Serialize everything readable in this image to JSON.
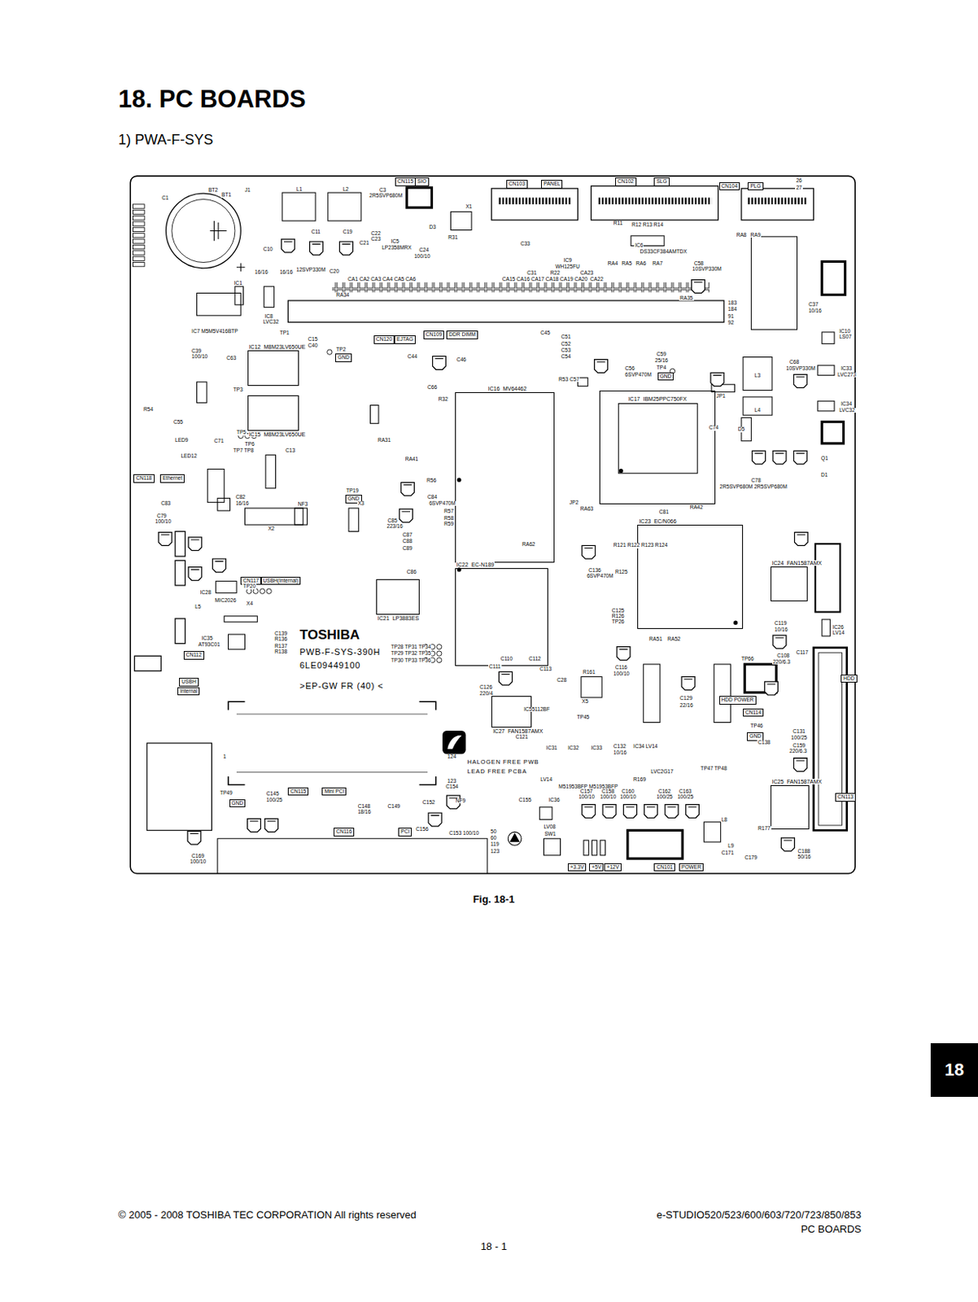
{
  "diagram": {
    "title": "18. PC BOARDS",
    "caption": "Fig. 18-1",
    "nodes": [
      {
        "text": [
          "IC16",
          "MV64462"
        ]
      },
      {
        "text": [
          "IC17",
          "IBM25PPC750FX"
        ]
      },
      {
        "text": [
          "IC22",
          "EC-N189"
        ]
      },
      {
        "text": [
          "IC23",
          "EC/N066"
        ]
      },
      {
        "text": [
          "IC12",
          "M8M23LV650UE"
        ]
      },
      {
        "text": [
          "IC15",
          "M8M23LV650UE"
        ]
      },
      {
        "text": [
          "IC21",
          "LP3883ES"
        ]
      },
      {
        "text": [
          "IC27",
          "FAN1587AMX"
        ]
      },
      {
        "text": [
          "IC24",
          "FAN1587AMX"
        ]
      },
      {
        "text": [
          "IC25",
          "FAN1587AMX"
        ]
      },
      {
        "text": [
          "CN115"
        ]
      },
      {
        "text": [
          "SIO"
        ]
      },
      {
        "text": [
          "CN103"
        ]
      },
      {
        "text": [
          "PANEL"
        ]
      },
      {
        "text": [
          "CN102"
        ]
      },
      {
        "text": [
          "SLG"
        ]
      },
      {
        "text": [
          "CN104"
        ]
      },
      {
        "text": [
          "PLG"
        ]
      },
      {
        "text": [
          "CN120"
        ]
      },
      {
        "text": [
          "EJTAG"
        ]
      },
      {
        "text": [
          "CN109"
        ]
      },
      {
        "text": [
          "DDR DIMM"
        ]
      },
      {
        "text": [
          "CN118"
        ]
      },
      {
        "text": [
          "Ethernet"
        ]
      },
      {
        "text": [
          "CN117"
        ]
      },
      {
        "text": [
          "USBH(Internal)"
        ]
      },
      {
        "text": [
          "CN112"
        ]
      },
      {
        "text": [
          "USBH"
        ]
      },
      {
        "text": [
          "Internal"
        ]
      },
      {
        "text": [
          "CN115"
        ]
      },
      {
        "text": [
          "Mini PCI"
        ]
      },
      {
        "text": [
          "CN116"
        ]
      },
      {
        "text": [
          "PCI"
        ]
      },
      {
        "text": [
          "CN101"
        ]
      },
      {
        "text": [
          "POWER"
        ]
      },
      {
        "text": [
          "+3.3V"
        ]
      },
      {
        "text": [
          "+5V"
        ]
      },
      {
        "text": [
          "+12V"
        ]
      },
      {
        "text": [
          "CN114"
        ]
      },
      {
        "text": [
          "HDD POWER"
        ]
      },
      {
        "text": [
          "HDD"
        ]
      },
      {
        "text": [
          "CN113"
        ]
      },
      {
        "text": [
          "GND"
        ]
      },
      {
        "text": [
          "GND"
        ]
      },
      {
        "text": [
          "GND"
        ]
      },
      {
        "text": [
          "GND"
        ]
      },
      {
        "text": [
          "GND"
        ]
      },
      {
        "text": [
          "18"
        ]
      }
    ],
    "labels": [
      "1) PWA-F-SYS",
      "BT2",
      "BT1",
      "J1",
      "C1",
      "L1",
      "L2",
      "C3",
      "2R5SVP680M",
      "X1",
      "D3",
      "R31",
      "C22",
      "C23",
      "C21",
      "IC5",
      "LP2358MRX",
      "C11",
      "C19",
      "C10",
      "16/16",
      "16/16",
      "12SVP330M",
      "C20",
      "C24",
      "100/10",
      "IC6",
      "DS33CF384AMTDX",
      "R11",
      "R12 R13 R14",
      "RA8",
      "RA9",
      "C33",
      "IC9",
      "WH125FU",
      "RA4",
      "RA5",
      "RA6",
      "RA7",
      "C58",
      "10SVP330M",
      "C31",
      "R22",
      "CA23",
      "CA15 CA16 CA17 CA18 CA19 CA20",
      "CA22",
      "CA1 CA2 CA3 CA4 CA5 CA6",
      "IC1",
      "IC8",
      "LVC32",
      "IC7 M5M5V416BTP",
      "183",
      "184",
      "91",
      "92",
      "RA35",
      "RA34",
      "C37",
      "10/16",
      "IC10",
      "LS07",
      "TP1",
      "C39",
      "100/10",
      "C15",
      "C40",
      "TP2",
      "C63",
      "TP3",
      "C44",
      "C46",
      "C66",
      "R32",
      "C45",
      "C51",
      "C52",
      "C53",
      "C54",
      "R53 C57",
      "C56",
      "6SVP470M",
      "C59",
      "25/16",
      "TP4",
      "C68",
      "10SVP330M",
      "IC33",
      "LVC273",
      "IC34",
      "LVC32",
      "L3",
      "JP1",
      "L4",
      "D5",
      "C74",
      "C78",
      "2R5SVP680M 2R5SVP680M",
      "Q1",
      "D1",
      "JP2",
      "C81",
      "RA42",
      "LED9",
      "LED12",
      "C55",
      "R54",
      "TP5",
      "TP6",
      "TP7 TP8",
      "C71",
      "C13",
      "C82",
      "16/16",
      "C83",
      "C79",
      "100/10",
      "X3",
      "X2",
      "TP19",
      "NF3",
      "RA31",
      "RA41",
      "C84",
      "6SVP470M",
      "R56",
      "R57",
      "R58",
      "R59",
      "C85",
      "223/16",
      "C87",
      "C88",
      "C89",
      "RA62",
      "RA63",
      "R121 R122 R123 R124",
      "R125",
      "C136",
      "6SVP470M",
      "C125",
      "R126",
      "TP26",
      "IC28",
      "MIC2026",
      "TP20",
      "L5",
      "X4",
      "IC35",
      "AT93C01",
      "C139",
      "R136",
      "R137",
      "R138",
      "TOSHIBA",
      "PWB-F-SYS-390H",
      "6LE09449100",
      ">EP-GW FR (40) <",
      "C86",
      "TP28 TP31 TP34",
      "TP29 TP32 TP35",
      "TP30 TP33 TP36",
      "C111",
      "C110",
      "C112",
      "C113",
      "C28",
      "R161",
      "X5",
      "C116",
      "100/10",
      "RA51",
      "RA52",
      "TP66",
      "C108",
      "220/6.3",
      "C117",
      "C119",
      "10/16",
      "IC26",
      "LV14",
      "C129",
      "22/16",
      "C126",
      "220/4",
      "IC55112BF",
      "TP45",
      "C121",
      "HALOGEN FREE PWB",
      "LEAD FREE PCBA",
      "IC31",
      "IC32",
      "IC33",
      "C132",
      "10/16",
      "IC34 LV14",
      "LVC2G17",
      "R169",
      "LV14",
      "M51953BFP M51953BFP",
      "TP47 TP48",
      "C157",
      "100/10",
      "C158",
      "100/10",
      "C160",
      "100/10",
      "C162",
      "100/25",
      "C163",
      "100/25",
      "IC36",
      "C155",
      "TP46",
      "C138",
      "C131",
      "100/25",
      "C159",
      "220/6.3",
      "LV08",
      "SW1",
      "L8",
      "L9",
      "R177",
      "C171",
      "C179",
      "C188",
      "50/16",
      "TP49",
      "C145",
      "100/25",
      "C148",
      "18/16",
      "C149",
      "C152",
      "C154",
      "NF9",
      "C153 100/10",
      "C156",
      "50",
      "60",
      "119",
      "123",
      "C169",
      "100/10",
      "1",
      "124",
      "123",
      "26",
      "27",
      "© 2005 - 2008 TOSHIBA TEC CORPORATION All rights reserved",
      "e-STUDIO520/523/600/603/720/723/850/853",
      "PC BOARDS",
      "18 - 1"
    ]
  }
}
